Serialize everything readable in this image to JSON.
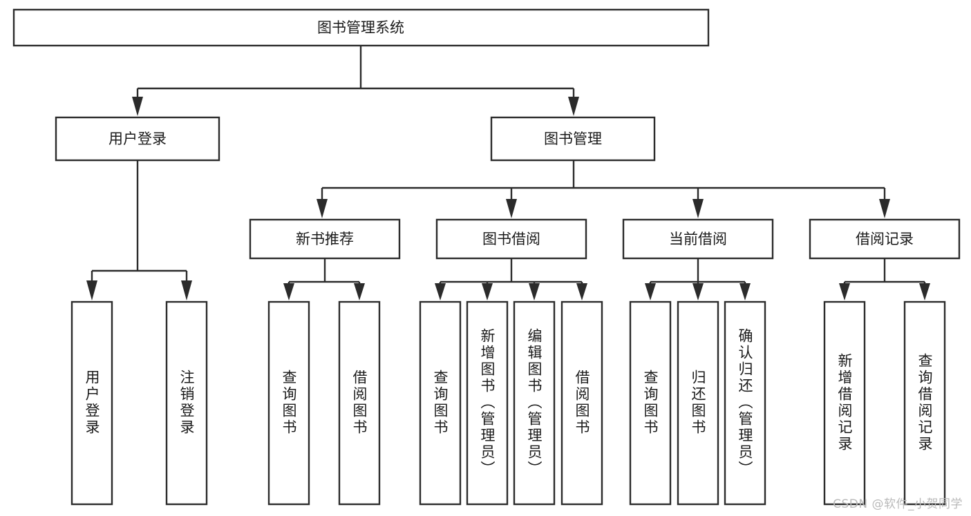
{
  "diagram": {
    "title": "图书管理系统",
    "type": "tree-hierarchy",
    "root": {
      "id": "root",
      "label": "图书管理系统"
    },
    "level2": [
      {
        "id": "user-login",
        "label": "用户登录"
      },
      {
        "id": "book-manage",
        "label": "图书管理"
      }
    ],
    "level3": [
      {
        "id": "new-book-recommend",
        "label": "新书推荐",
        "parent": "book-manage"
      },
      {
        "id": "book-borrow",
        "label": "图书借阅",
        "parent": "book-manage"
      },
      {
        "id": "current-borrow",
        "label": "当前借阅",
        "parent": "book-manage"
      },
      {
        "id": "borrow-record",
        "label": "借阅记录",
        "parent": "book-manage"
      }
    ],
    "leaves": [
      {
        "id": "leaf-user-login",
        "label": "用户登录",
        "parent": "user-login"
      },
      {
        "id": "leaf-logout-login",
        "label": "注销登录",
        "parent": "user-login"
      },
      {
        "id": "leaf-query-book-1",
        "label": "查询图书",
        "parent": "new-book-recommend"
      },
      {
        "id": "leaf-borrow-book-1",
        "label": "借阅图书",
        "parent": "new-book-recommend"
      },
      {
        "id": "leaf-query-book-2",
        "label": "查询图书",
        "parent": "book-borrow"
      },
      {
        "id": "leaf-add-book",
        "label": "新增图书（管理员）",
        "parent": "book-borrow"
      },
      {
        "id": "leaf-edit-book",
        "label": "编辑图书（管理员）",
        "parent": "book-borrow"
      },
      {
        "id": "leaf-borrow-book-2",
        "label": "借阅图书",
        "parent": "book-borrow"
      },
      {
        "id": "leaf-query-book-3",
        "label": "查询图书",
        "parent": "current-borrow"
      },
      {
        "id": "leaf-return-book",
        "label": "归还图书",
        "parent": "current-borrow"
      },
      {
        "id": "leaf-confirm-return",
        "label": "确认归还（管理员）",
        "parent": "current-borrow"
      },
      {
        "id": "leaf-add-record",
        "label": "新增借阅记录",
        "parent": "borrow-record"
      },
      {
        "id": "leaf-query-record",
        "label": "查询借阅记录",
        "parent": "borrow-record"
      }
    ],
    "colors": {
      "box_fill": "#ffffff",
      "box_stroke": "#2b2b2b",
      "text": "#1a1a1a",
      "background": "#ffffff",
      "watermark": "#b9b9b9"
    }
  },
  "watermark": {
    "text": "CSDN @软件_小贺同学"
  }
}
